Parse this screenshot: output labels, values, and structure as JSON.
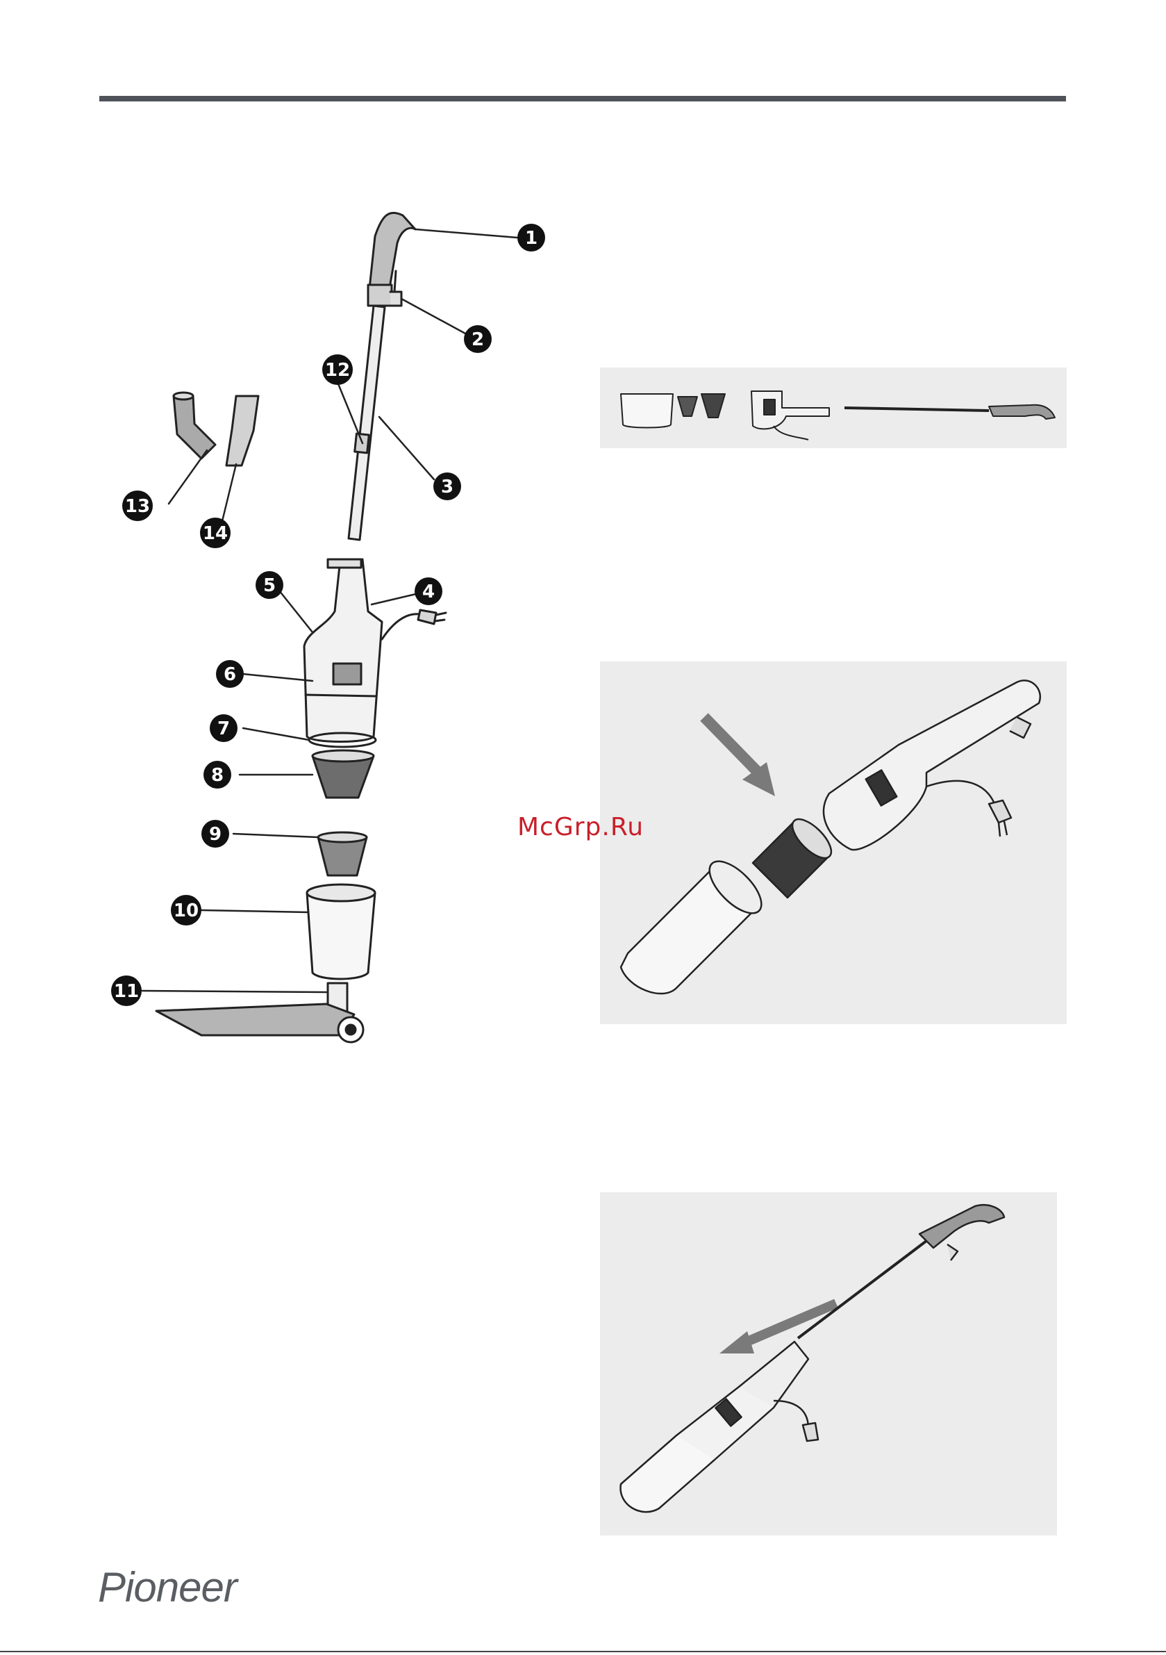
{
  "watermark": "McGrp.Ru",
  "brand": "Pioneer",
  "callouts": [
    "1",
    "2",
    "3",
    "4",
    "5",
    "6",
    "7",
    "8",
    "9",
    "10",
    "11",
    "12",
    "13",
    "14"
  ],
  "colors": {
    "rule": "#4f5359",
    "panel_bg": "#ececec",
    "line_art": "#222222",
    "arrow": "#7a7a7a",
    "watermark": "#c8202a",
    "brand": "#5a5e63"
  },
  "icons": {
    "insert_arrow": "arrow-down-right-icon",
    "attach_arrow": "arrow-down-left-icon"
  }
}
